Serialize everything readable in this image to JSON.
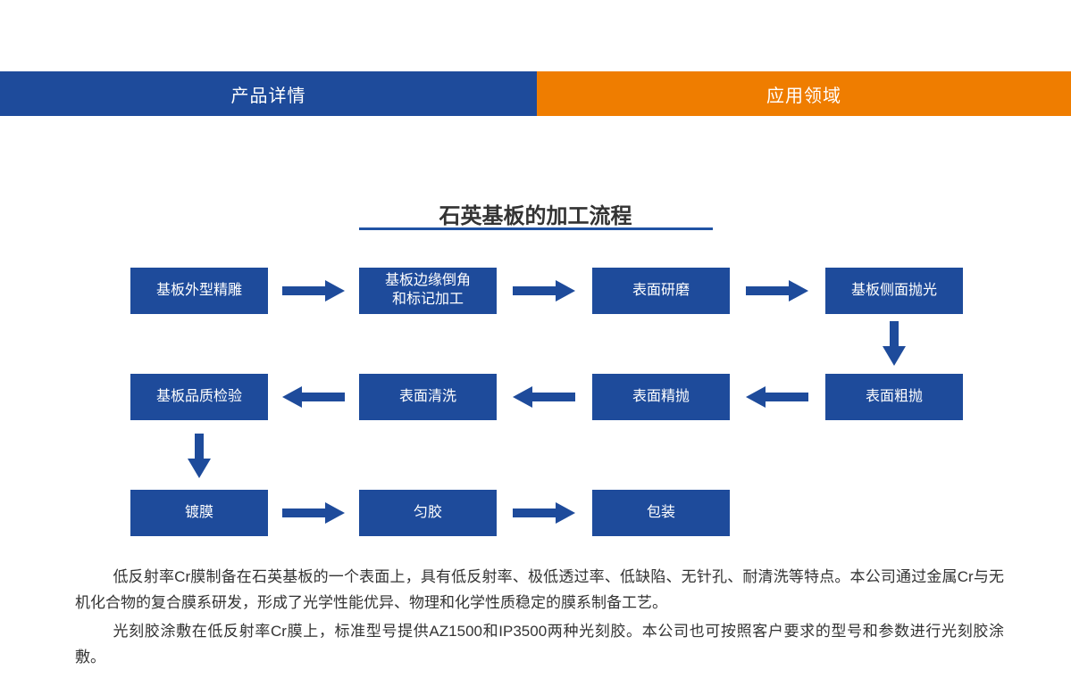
{
  "tabs": {
    "product_details": "产品详情",
    "application_areas": "应用领域"
  },
  "colors": {
    "primary_blue": "#1e4b9b",
    "accent_orange": "#ef7d00",
    "underline_blue": "#2053a4",
    "text": "#333333"
  },
  "flowchart": {
    "title": "石英基板的加工流程",
    "steps": [
      {
        "label": "基板外型精雕"
      },
      {
        "label": "基板边缘倒角\n和标记加工"
      },
      {
        "label": "表面研磨"
      },
      {
        "label": "基板侧面抛光"
      },
      {
        "label": "表面粗抛"
      },
      {
        "label": "表面精抛"
      },
      {
        "label": "表面清洗"
      },
      {
        "label": "基板品质检验"
      },
      {
        "label": "镀膜"
      },
      {
        "label": "匀胶"
      },
      {
        "label": "包装"
      }
    ]
  },
  "content": {
    "paragraphs": [
      "低反射率Cr膜制备在石英基板的一个表面上，具有低反射率、极低透过率、低缺陷、无针孔、耐清洗等特点。本公司通过金属Cr与无机化合物的复合膜系研发，形成了光学性能优异、物理和化学性质稳定的膜系制备工艺。",
      "光刻胶涂敷在低反射率Cr膜上，标准型号提供AZ1500和IP3500两种光刻胶。本公司也可按照客户要求的型号和参数进行光刻胶涂敷。"
    ]
  }
}
